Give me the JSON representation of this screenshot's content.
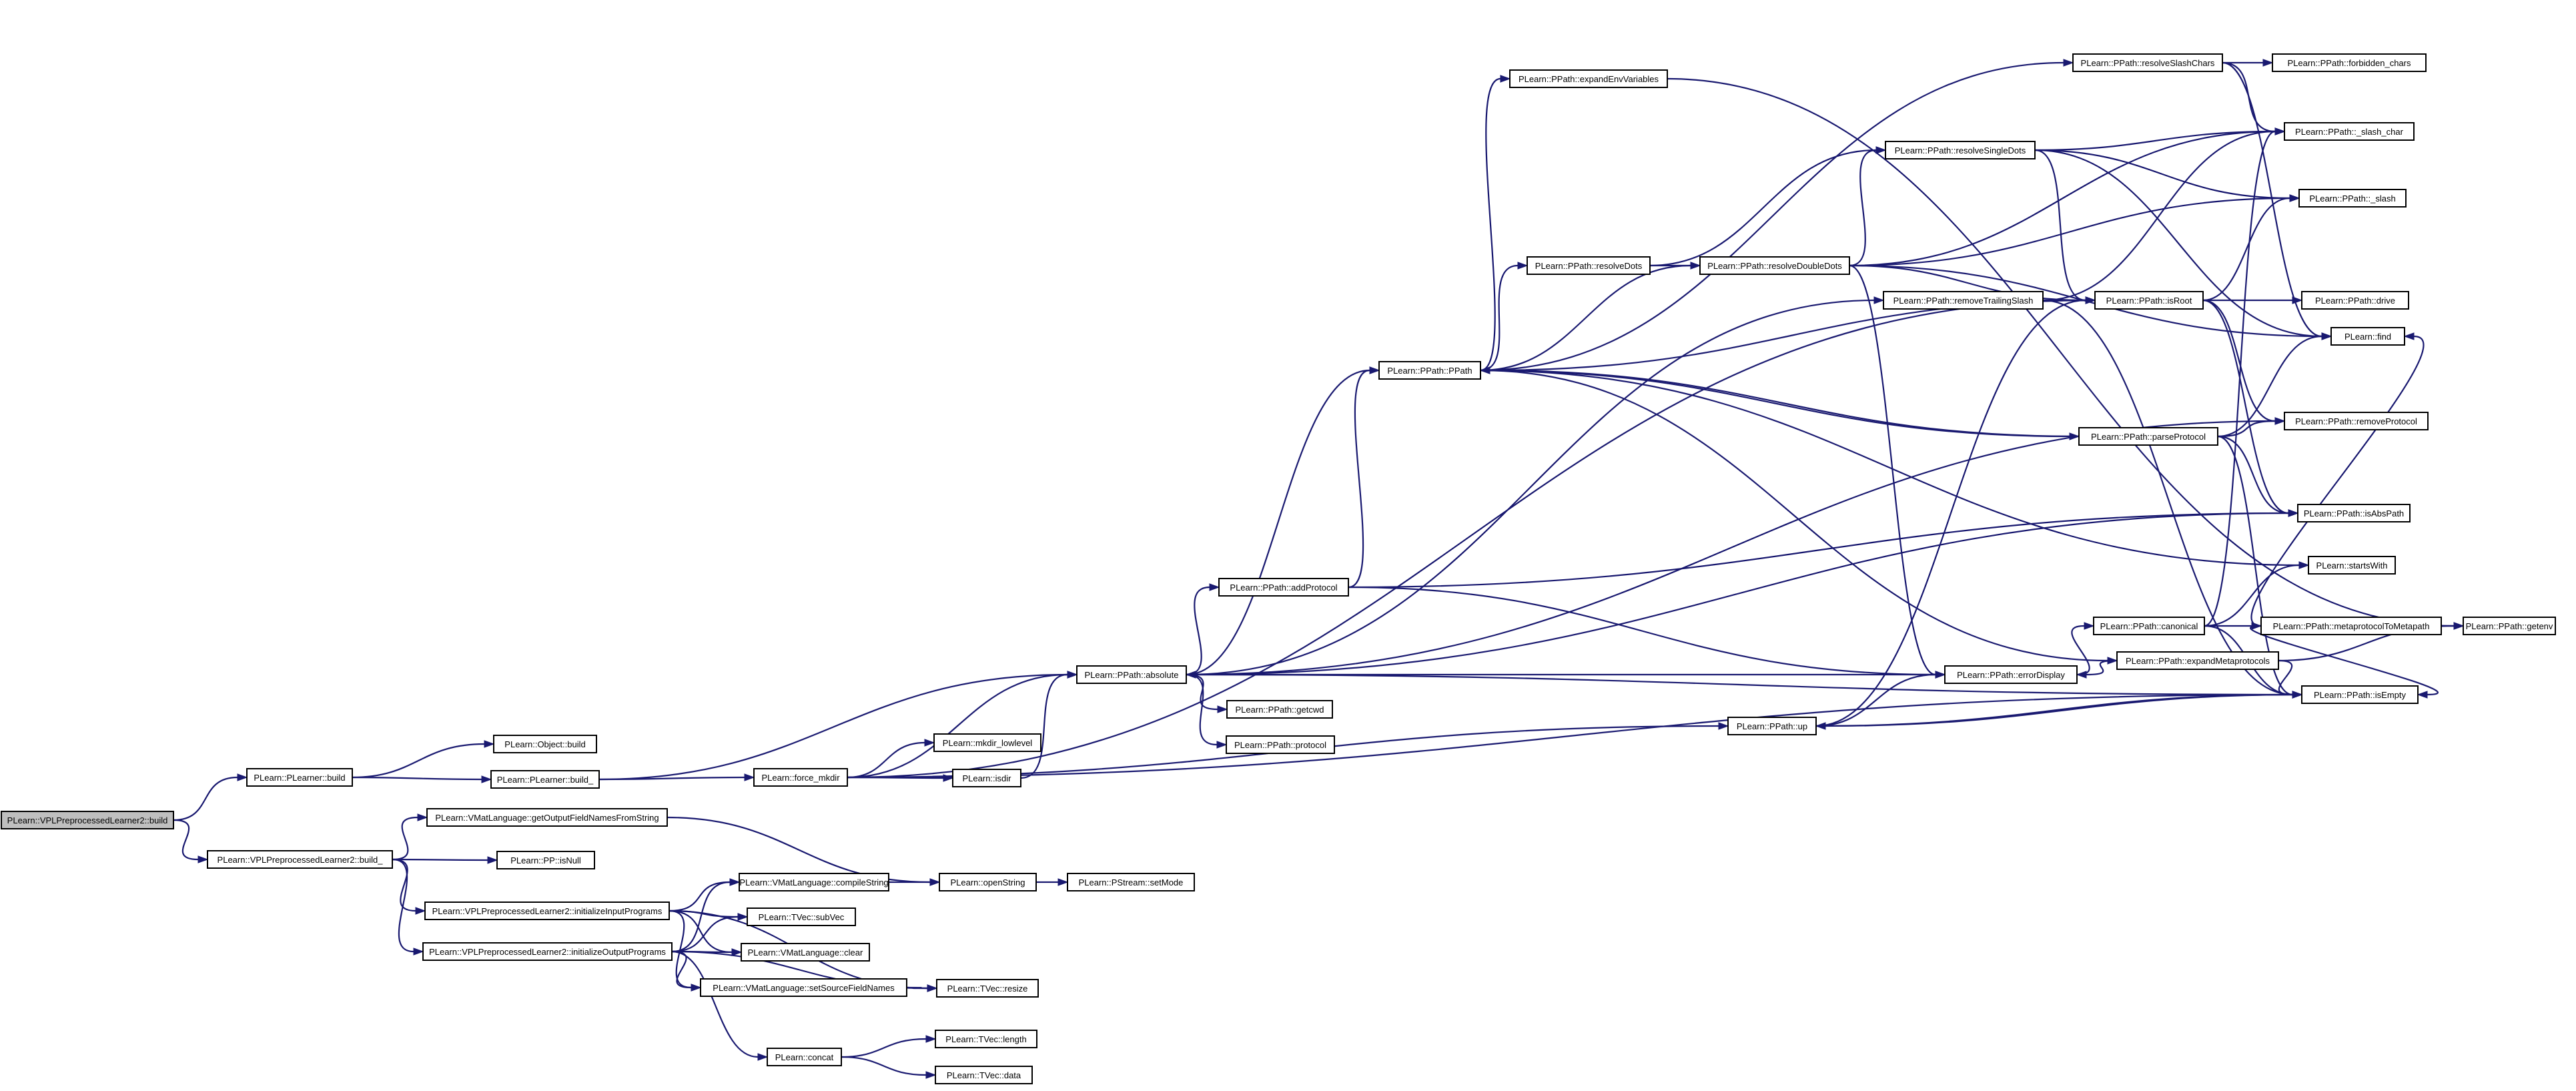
{
  "graph": {
    "colors": {
      "edge": "#191970",
      "node_border": "#000000",
      "node_fill": "#ffffff",
      "root_fill": "#bfbfbf",
      "truncated_border": "#ff0000"
    },
    "nodes": [
      {
        "id": "vpl_build",
        "label": "PLearn::VPLPreprocessedLearner2::build",
        "style": "root"
      },
      {
        "id": "plearner_build",
        "label": "PLearn::PLearner::build"
      },
      {
        "id": "object_build",
        "label": "PLearn::Object::build"
      },
      {
        "id": "plearner_build_",
        "label": "PLearn::PLearner::build_"
      },
      {
        "id": "vpl_build_",
        "label": "PLearn::VPLPreprocessedLearner2::build_"
      },
      {
        "id": "getOutputFieldNames",
        "label": "PLearn::VMatLanguage::getOutputFieldNamesFromString"
      },
      {
        "id": "ppisnull",
        "label": "PLearn::PP::isNull"
      },
      {
        "id": "initInput",
        "label": "PLearn::VPLPreprocessedLearner2::initializeInputPrograms"
      },
      {
        "id": "initOutput",
        "label": "PLearn::VPLPreprocessedLearner2::initializeOutputPrograms"
      },
      {
        "id": "compileString",
        "label": "PLearn::VMatLanguage::compileString"
      },
      {
        "id": "subVec",
        "label": "PLearn::TVec::subVec"
      },
      {
        "id": "vml_clear",
        "label": "PLearn::VMatLanguage::clear"
      },
      {
        "id": "setSourceFieldNames",
        "label": "PLearn::VMatLanguage::setSourceFieldNames"
      },
      {
        "id": "tvec_resize",
        "label": "PLearn::TVec::resize"
      },
      {
        "id": "openString",
        "label": "PLearn::openString"
      },
      {
        "id": "setMode",
        "label": "PLearn::PStream::setMode"
      },
      {
        "id": "concat",
        "label": "PLearn::concat"
      },
      {
        "id": "tvec_length",
        "label": "PLearn::TVec::length"
      },
      {
        "id": "tvec_data",
        "label": "PLearn::TVec::data"
      },
      {
        "id": "force_mkdir",
        "label": "PLearn::force_mkdir"
      },
      {
        "id": "mkdir_lowlevel",
        "label": "PLearn::mkdir_lowlevel"
      },
      {
        "id": "isdir",
        "label": "PLearn::isdir"
      },
      {
        "id": "absolute",
        "label": "PLearn::PPath::absolute"
      },
      {
        "id": "getcwd",
        "label": "PLearn::PPath::getcwd"
      },
      {
        "id": "protocol",
        "label": "PLearn::PPath::protocol"
      },
      {
        "id": "addProtocol",
        "label": "PLearn::PPath::addProtocol"
      },
      {
        "id": "ppath",
        "label": "PLearn::PPath::PPath"
      },
      {
        "id": "expandEnv",
        "label": "PLearn::PPath::expandEnvVariables"
      },
      {
        "id": "resolveDots",
        "label": "PLearn::PPath::resolveDots"
      },
      {
        "id": "resolveDoubleDots",
        "label": "PLearn::PPath::resolveDoubleDots"
      },
      {
        "id": "resolveSingleDots",
        "label": "PLearn::PPath::resolveSingleDots"
      },
      {
        "id": "resolveSlashChars",
        "label": "PLearn::PPath::resolveSlashChars"
      },
      {
        "id": "forbidden_chars",
        "label": "PLearn::PPath::forbidden_chars"
      },
      {
        "id": "slash_char",
        "label": "PLearn::PPath::_slash_char"
      },
      {
        "id": "slash",
        "label": "PLearn::PPath::_slash"
      },
      {
        "id": "removeTrailingSlash",
        "label": "PLearn::PPath::removeTrailingSlash"
      },
      {
        "id": "isRoot",
        "label": "PLearn::PPath::isRoot"
      },
      {
        "id": "drive",
        "label": "PLearn::PPath::drive"
      },
      {
        "id": "find",
        "label": "PLearn::find"
      },
      {
        "id": "parseProtocol",
        "label": "PLearn::PPath::parseProtocol"
      },
      {
        "id": "removeProtocol",
        "label": "PLearn::PPath::removeProtocol"
      },
      {
        "id": "isAbsPath",
        "label": "PLearn::PPath::isAbsPath"
      },
      {
        "id": "startsWith",
        "label": "PLearn::startsWith"
      },
      {
        "id": "canonical",
        "label": "PLearn::PPath::canonical",
        "style": "truncated"
      },
      {
        "id": "metaprotocolToMetapath",
        "label": "PLearn::PPath::metaprotocolToMetapath",
        "style": "truncated"
      },
      {
        "id": "getenv",
        "label": "PLearn::PPath::getenv"
      },
      {
        "id": "expandMetaprotocols",
        "label": "PLearn::PPath::expandMetaprotocols"
      },
      {
        "id": "errorDisplay",
        "label": "PLearn::PPath::errorDisplay"
      },
      {
        "id": "ppath_up",
        "label": "PLearn::PPath::up"
      },
      {
        "id": "isEmpty",
        "label": "PLearn::PPath::isEmpty"
      }
    ]
  }
}
